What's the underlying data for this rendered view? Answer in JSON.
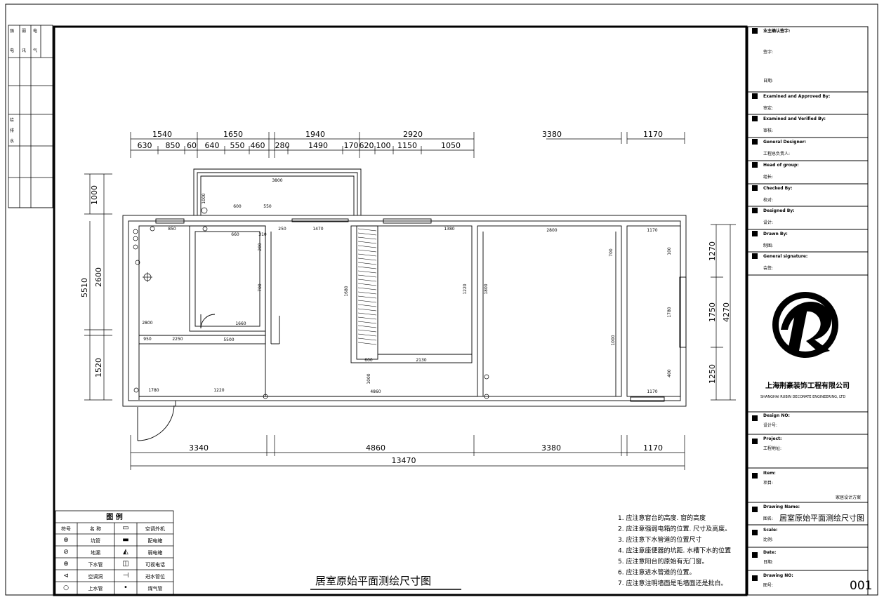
{
  "drawing_title": "居室原始平面测绘尺寸图",
  "sheet_no": "001",
  "top_dims_row1": [
    "1540",
    "1650",
    "1940",
    "2920",
    "3380",
    "1170"
  ],
  "top_dims_row2": [
    "630",
    "850",
    "60",
    "640",
    "550",
    "460",
    "280",
    "1490",
    "170",
    "620",
    "100",
    "1150",
    "1050"
  ],
  "bottom_dims_row1": [
    "3340",
    "4860",
    "3380",
    "1170"
  ],
  "bottom_total": "13470",
  "left_dims_outer": [
    "1000",
    "5510"
  ],
  "left_dims_inner": [
    "2600",
    "1520"
  ],
  "right_dims_inner": [
    "1270",
    "1750",
    "1250"
  ],
  "right_dims_outer": [
    "4270"
  ],
  "inner_dims": [
    "3800",
    "1000",
    "600",
    "550",
    "1470",
    "1380",
    "850",
    "660",
    "310",
    "250",
    "200",
    "600",
    "2130",
    "1000",
    "4860",
    "2800",
    "1170",
    "1170",
    "1780",
    "1800",
    "1220",
    "700",
    "700",
    "400",
    "2800",
    "950",
    "2250",
    "5500",
    "1680",
    "1780",
    "1220",
    "1660",
    "1000",
    "100"
  ],
  "left_strip": {
    "header": [
      "强",
      "弱",
      "电"
    ],
    "header2": [
      "电",
      "讯",
      "气"
    ],
    "mid": [
      "给",
      "排",
      "水"
    ]
  },
  "title_block": {
    "rows": [
      {
        "label": "业主确认签字:",
        "sub": [
          "签字:",
          "日期:"
        ]
      },
      {
        "label": "Examined and Approved By:",
        "sub": [
          "审定:"
        ]
      },
      {
        "label": "Examined and Verified By:",
        "sub": [
          "审核:"
        ]
      },
      {
        "label": "General Designer:",
        "sub": [
          "工程总负责人:"
        ]
      },
      {
        "label": "Head of group:",
        "sub": [
          "组长:"
        ]
      },
      {
        "label": "Checked By:",
        "sub": [
          "校对:"
        ]
      },
      {
        "label": "Designed By:",
        "sub": [
          "设计:"
        ]
      },
      {
        "label": "Drawn By:",
        "sub": [
          "制图:"
        ]
      },
      {
        "label": "General signature:",
        "sub": [
          "会签:"
        ]
      }
    ],
    "company_cn": "上海荆豪装饰工程有限公司",
    "company_en": "SHANGHAI RUBIN DECORATE ENGINEERING, LTD",
    "logo_char": "1",
    "rows2": [
      {
        "label": "Design NO:",
        "sub": [
          "设计号:"
        ]
      },
      {
        "label": "Project:",
        "sub": [
          "工程地址:"
        ]
      },
      {
        "label": "Item:",
        "sub": [
          "项目:"
        ],
        "right": "家居设计方案"
      },
      {
        "label": "Drawing Name:",
        "sub": [
          "图名:"
        ],
        "value": "居室原始平面测绘尺寸图"
      },
      {
        "label": "Scale:",
        "sub": [
          "比例:"
        ]
      },
      {
        "label": "Date:",
        "sub": [
          "日期:"
        ]
      },
      {
        "label": "Drawing NO:",
        "sub": [
          "图号:"
        ]
      }
    ]
  },
  "notes": [
    "1. 应注意窗台的高度. 窗的高度",
    "2. 应注意强弱电箱的位置. 尺寸及高度。",
    "3. 应注意下水管道的位置尺寸",
    "4. 应注意座便器的坑距. 水槽下水的位置",
    "5. 应注意阳台的原始有无门窗。",
    "6. 应注意进水管道的位置。",
    "7. 应注意注明墙面是毛墙面还是批白。"
  ],
  "legend": {
    "title": "图   例",
    "header": [
      "符号",
      "名  称"
    ],
    "left": [
      "坑管",
      "地漏",
      "下水管",
      "空调洞",
      "上水管"
    ],
    "right": [
      "空调外机",
      "配电箱",
      "弱电箱",
      "可视电话",
      "进水管位",
      "煤气管"
    ]
  }
}
